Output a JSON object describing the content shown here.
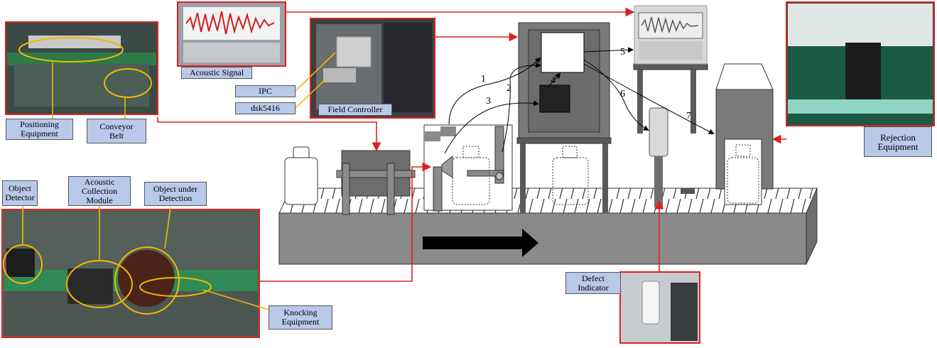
{
  "labels": {
    "acoustic_signal": "Acoustic Signal",
    "field_controller": "Field Controller",
    "ipc": "IPC",
    "dsk": "dsk5416",
    "positioning": "Positioning\nEquipment",
    "conveyor": "Conveyor\nBelt",
    "object_detector": "Object\nDetector",
    "acoustic_module": "Acoustic\nCollection\nModule",
    "object_under": "Object under\nDetection",
    "knocking": "Knocking\nEquipment",
    "defect_indicator": "Defect\nIndicator",
    "rejection": "Rejection\nEquipment"
  },
  "numbers": [
    "1",
    "2",
    "3",
    "4",
    "5",
    "6",
    "7"
  ],
  "colors": {
    "frame_red": "#e02020",
    "callout_yellow": "#f2b705",
    "label_blue": "#b8c9ea",
    "machine_gray": "#7a7a7a"
  }
}
